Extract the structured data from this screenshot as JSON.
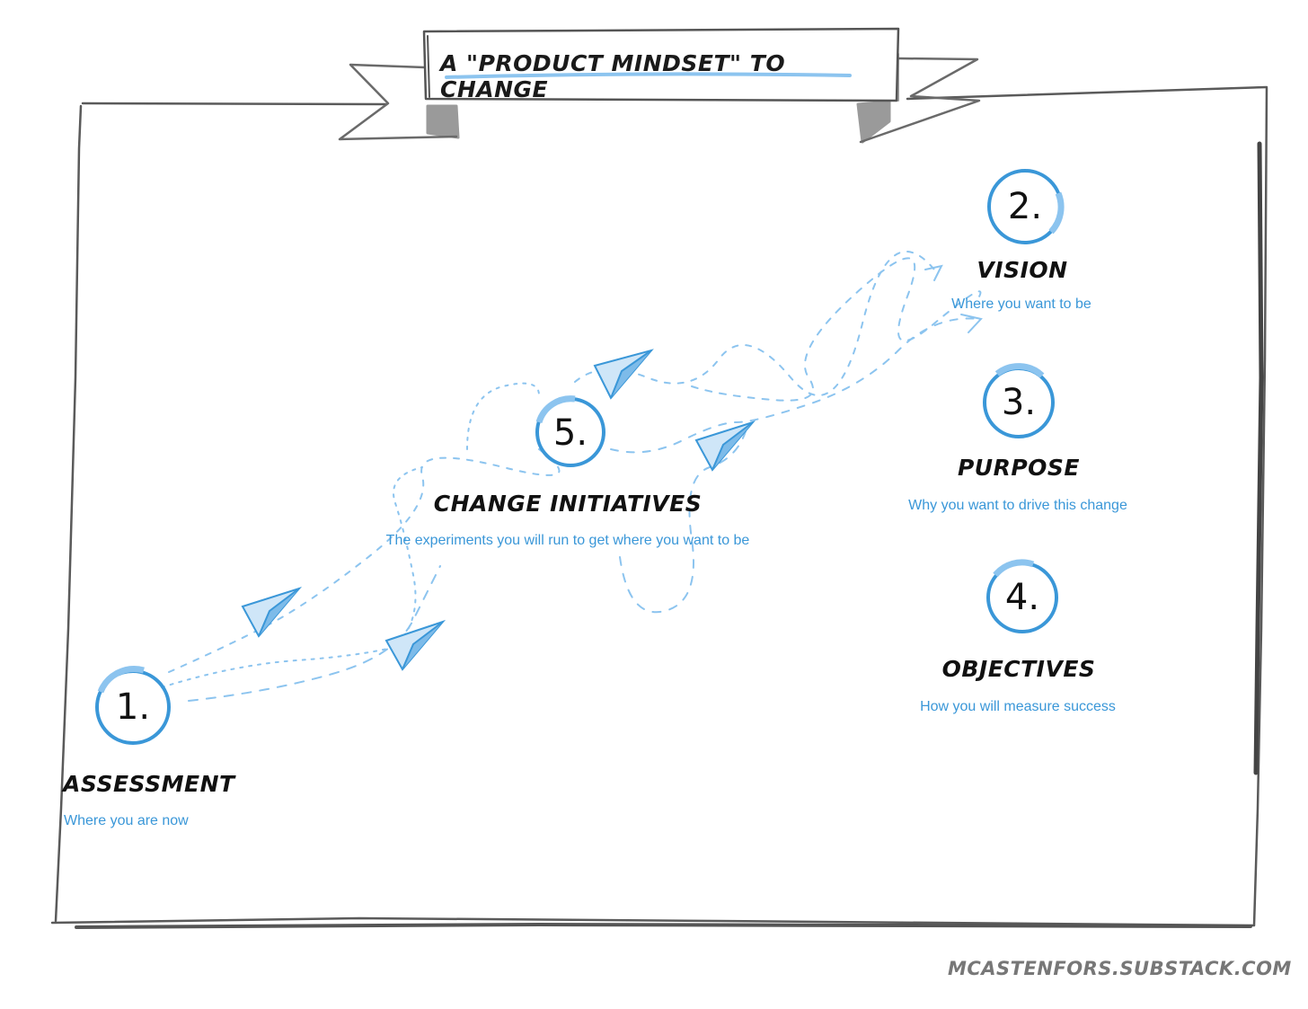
{
  "banner": {
    "title": "A \"PRODUCT MINDSET\" TO CHANGE"
  },
  "steps": [
    {
      "number": "1.",
      "title": "ASSESSMENT",
      "description": "Where you are now"
    },
    {
      "number": "2.",
      "title": "VISION",
      "description": "Where you want to be"
    },
    {
      "number": "3.",
      "title": "PURPOSE",
      "description": "Why you want to drive this change"
    },
    {
      "number": "4.",
      "title": "OBJECTIVES",
      "description": "How you will measure success"
    },
    {
      "number": "5.",
      "title": "CHANGE INITIATIVES",
      "description": "The experiments you will run to get where you want to be"
    }
  ],
  "footer": {
    "site": "MCASTENFORS.SUBSTACK.COM"
  },
  "colors": {
    "accent": "#3a97d8",
    "frame": "#555555",
    "banner_shadow": "#9a9a9a",
    "text": "#111111"
  },
  "icons": [
    "paper-plane-icon"
  ]
}
